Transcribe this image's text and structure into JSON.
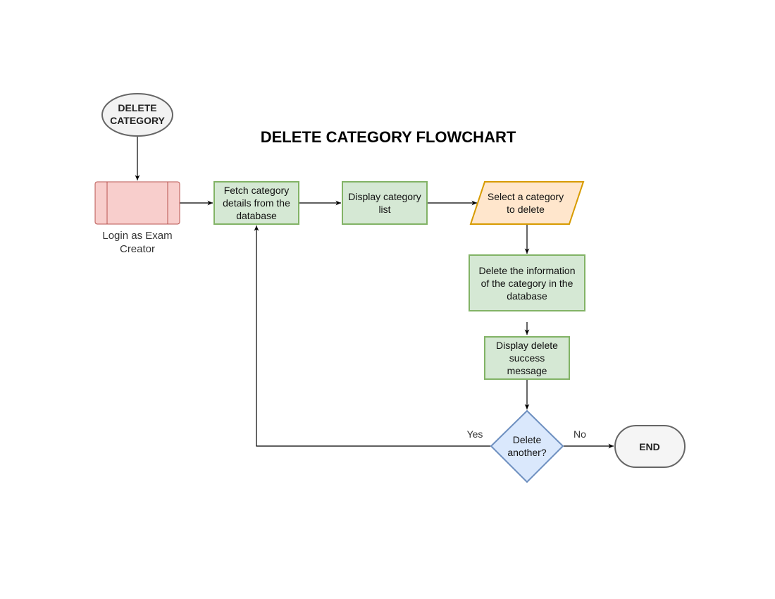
{
  "title": "DELETE CATEGORY FLOWCHART",
  "colors": {
    "start_fill": "#f2f2f2",
    "start_stroke": "#666666",
    "login_fill": "#f8cecc",
    "login_stroke": "#b85450",
    "process_fill": "#d5e8d4",
    "process_stroke": "#82b366",
    "io_fill": "#ffe6cc",
    "io_stroke": "#d79b00",
    "decision_fill": "#dae8fc",
    "decision_stroke": "#6c8ebf",
    "end_fill": "#f5f5f5",
    "end_stroke": "#666666"
  },
  "nodes": {
    "start": {
      "line1": "DELETE",
      "line2": "CATEGORY"
    },
    "login": {
      "line1": "Login as Exam",
      "line2": "Creator"
    },
    "fetch": {
      "line1": "Fetch category",
      "line2": "details from the",
      "line3": "database"
    },
    "display_list": {
      "line1": "Display category",
      "line2": "list"
    },
    "select": {
      "line1": "Select a category",
      "line2": "to delete"
    },
    "delete_info": {
      "line1": "Delete the information",
      "line2": "of the category in the",
      "line3": "database"
    },
    "display_success": {
      "line1": "Display delete",
      "line2": "success",
      "line3": "message"
    },
    "decision": {
      "line1": "Delete",
      "line2": "another?"
    },
    "end": {
      "label": "END"
    }
  },
  "edges": {
    "yes_label": "Yes",
    "no_label": "No"
  }
}
